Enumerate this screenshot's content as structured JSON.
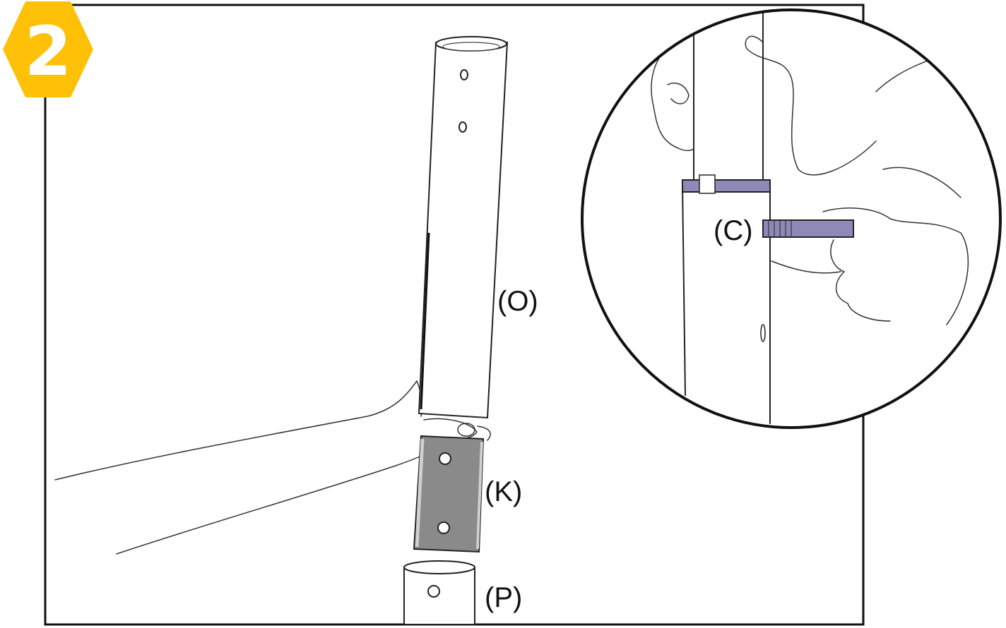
{
  "step": {
    "number": "2",
    "badge_color": "#FFC107"
  },
  "labels": {
    "part_o": "(O)",
    "part_k": "(K)",
    "part_p": "(P)",
    "part_c": "(C)"
  },
  "colors": {
    "sleeve_gray": "#8A8A8A",
    "inset_accent": "#8E89B8",
    "outline": "#222222"
  }
}
